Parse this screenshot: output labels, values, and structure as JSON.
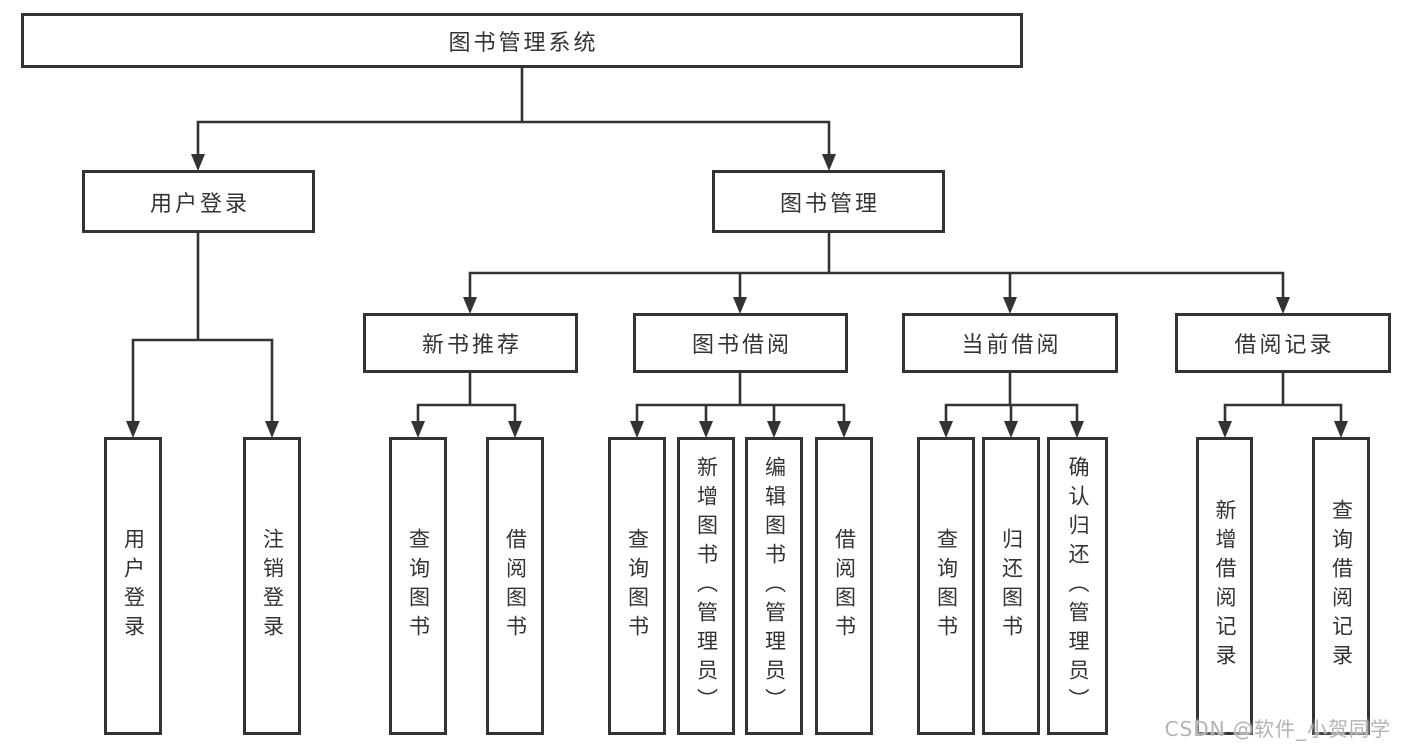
{
  "diagram": {
    "title": "图书管理系统",
    "tree": {
      "label": "图书管理系统",
      "children": [
        {
          "label": "用户登录",
          "children": [
            {
              "label": "用户登录"
            },
            {
              "label": "注销登录"
            }
          ]
        },
        {
          "label": "图书管理",
          "children": [
            {
              "label": "新书推荐",
              "children": [
                {
                  "label": "查询图书"
                },
                {
                  "label": "借阅图书"
                }
              ]
            },
            {
              "label": "图书借阅",
              "children": [
                {
                  "label": "查询图书"
                },
                {
                  "label": "新增图书（管理员）"
                },
                {
                  "label": "编辑图书（管理员）"
                },
                {
                  "label": "借阅图书"
                }
              ]
            },
            {
              "label": "当前借阅",
              "children": [
                {
                  "label": "查询图书"
                },
                {
                  "label": "归还图书"
                },
                {
                  "label": "确认归还（管理员）"
                }
              ]
            },
            {
              "label": "借阅记录",
              "children": [
                {
                  "label": "新增借阅记录"
                },
                {
                  "label": "查询借阅记录"
                }
              ]
            }
          ]
        }
      ]
    },
    "colors": {
      "line": "#333333",
      "box_border": "#333333",
      "box_background": "#ffffff",
      "text": "#333333",
      "watermark": "#b3b3b3",
      "page_background": "#ffffff"
    }
  },
  "watermark": {
    "text": "CSDN @软件_小贺同学"
  }
}
